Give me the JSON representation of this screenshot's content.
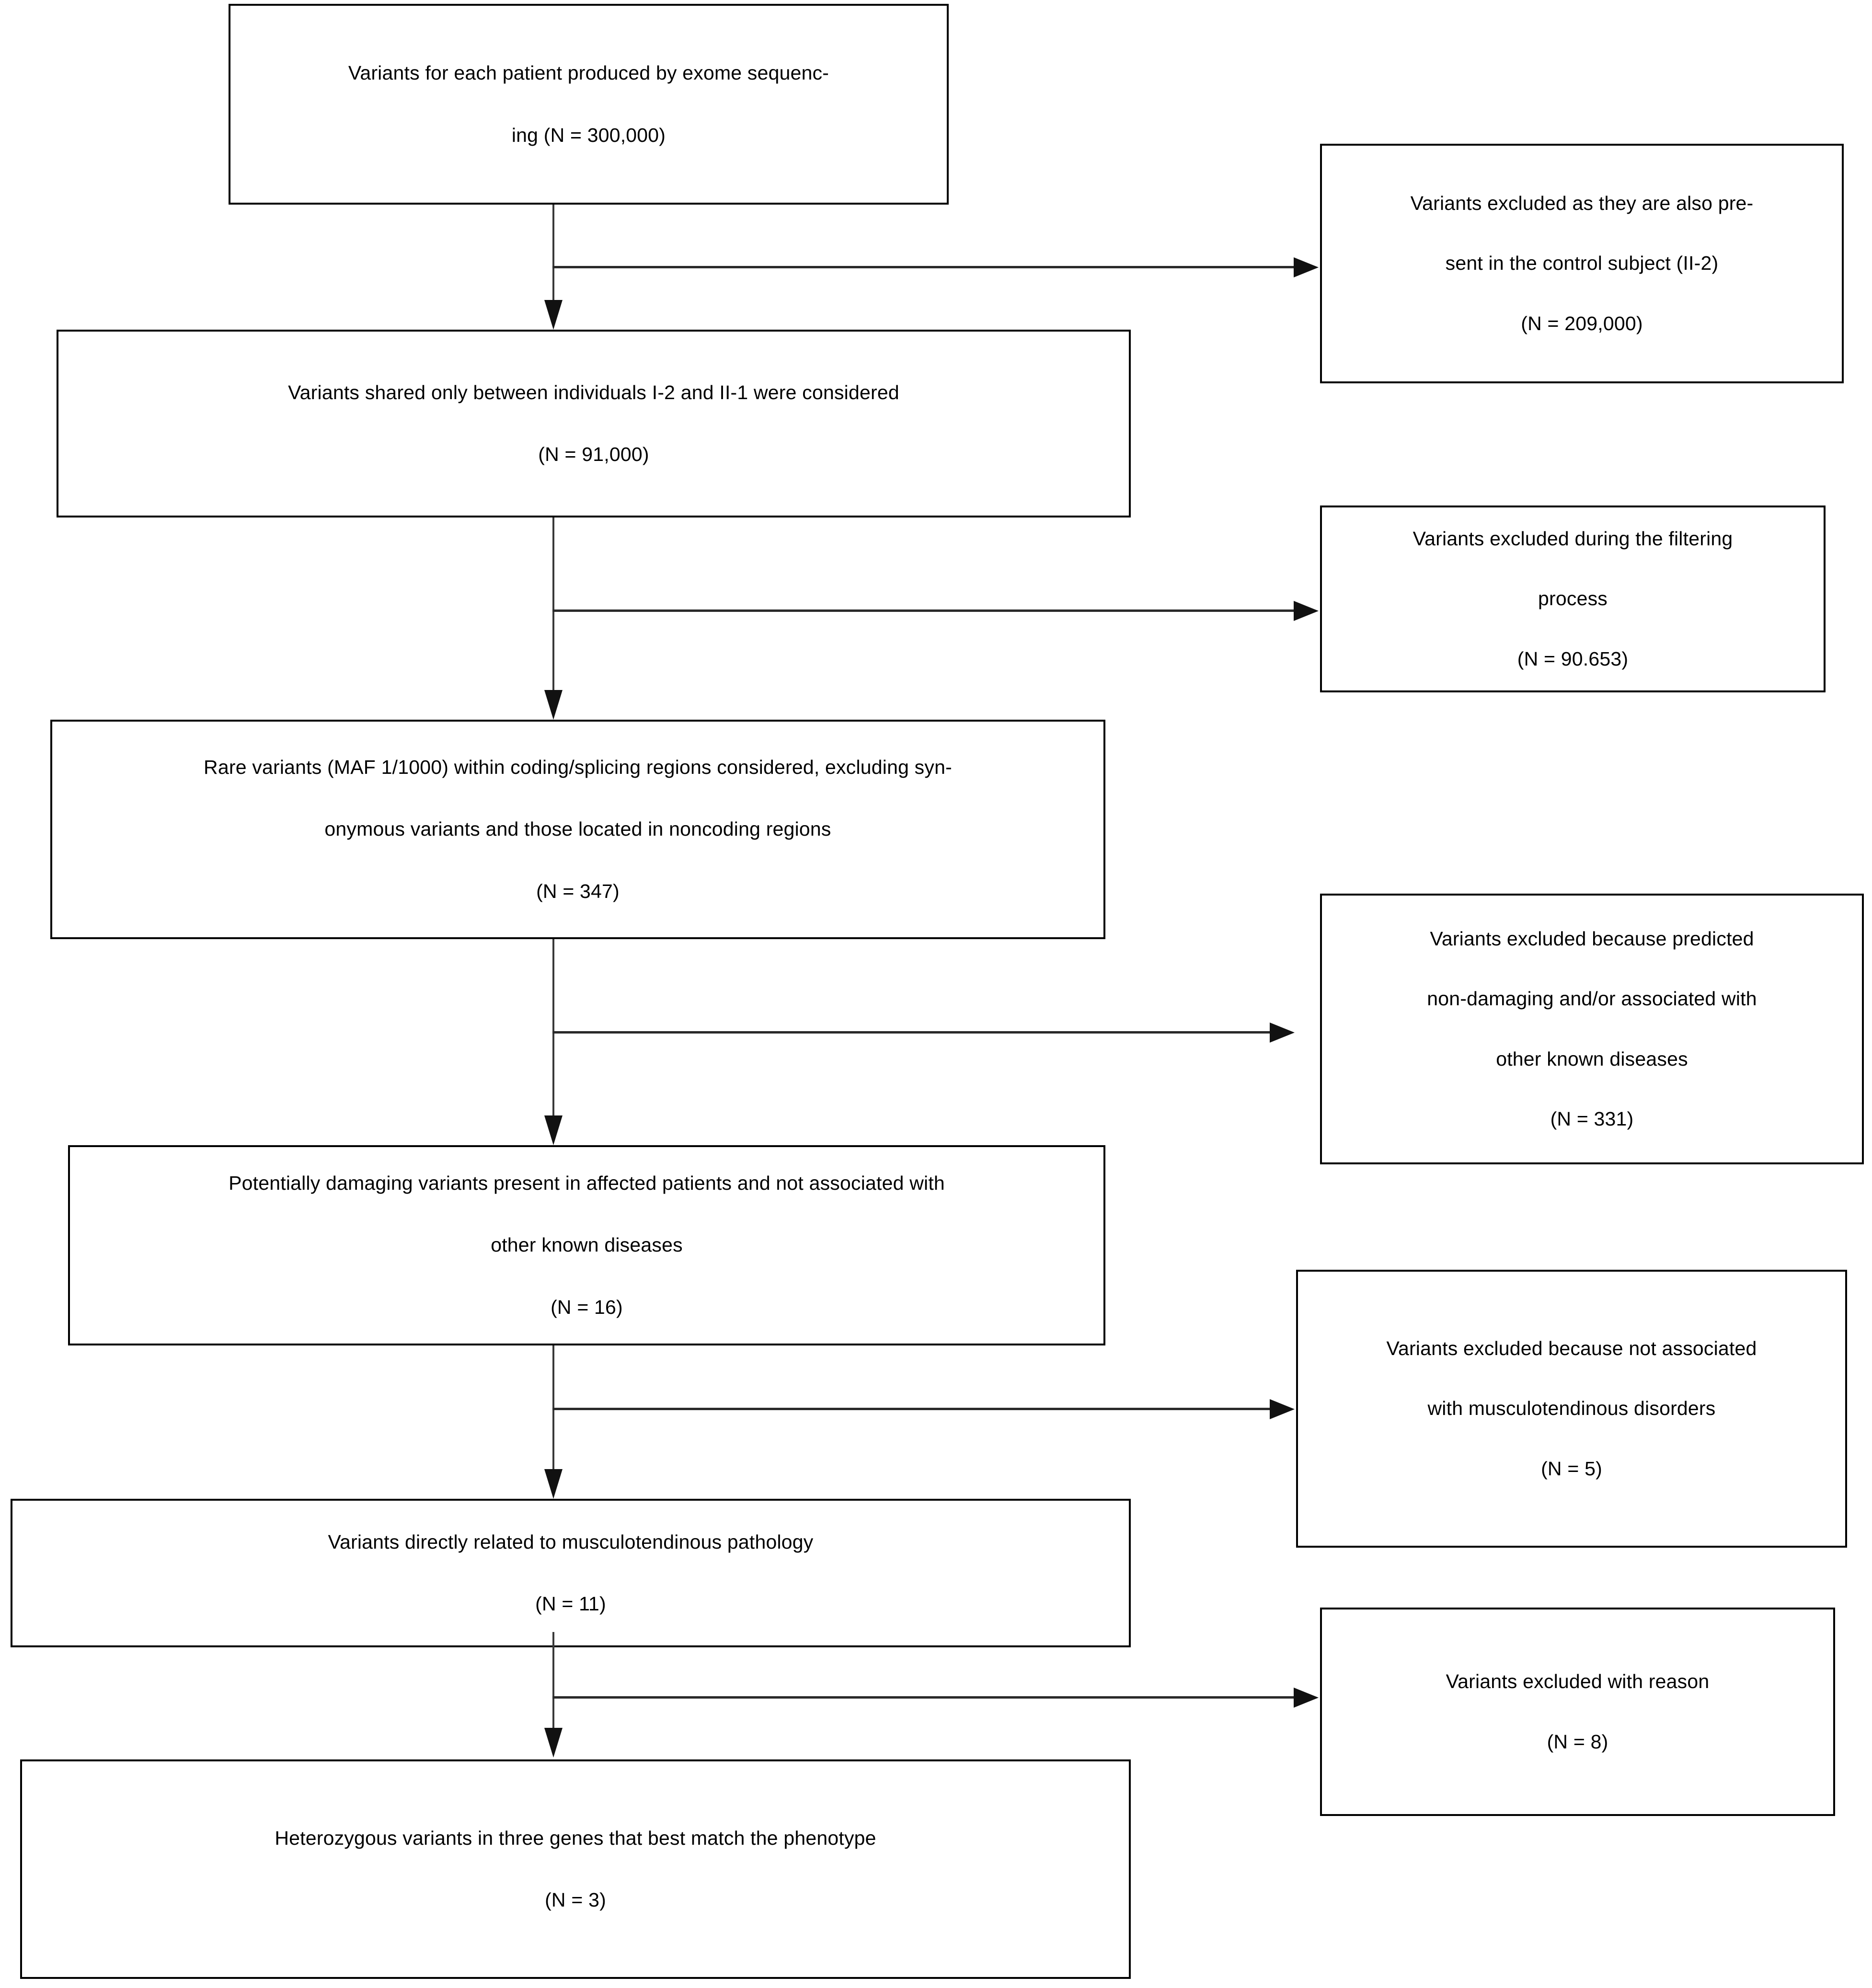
{
  "diagram": {
    "type": "flowchart",
    "title": "Exome sequencing variant filtering flowchart",
    "orientation": "vertical-with-side-exclusions",
    "colors": {
      "background": "#ffffff",
      "box_border": "#000000",
      "connector": "#2a2a2a",
      "text": "#000000"
    },
    "main_nodes": [
      {
        "id": "node-1",
        "lines": [
          "Variants for each patient produced by exome sequenc-",
          "ing (N = 300,000)"
        ],
        "count_label": "N = 300,000",
        "count_value": 300000
      },
      {
        "id": "node-2",
        "lines": [
          "Variants shared only between individuals I-2 and II-1 were considered",
          "(N = 91,000)"
        ],
        "count_label": "N = 91,000",
        "count_value": 91000
      },
      {
        "id": "node-3",
        "lines": [
          "Rare variants (MAF 1/1000) within coding/splicing regions considered, excluding syn-",
          "onymous variants and those located in noncoding regions",
          "(N = 347)"
        ],
        "count_label": "N = 347",
        "count_value": 347
      },
      {
        "id": "node-4",
        "lines": [
          "Potentially damaging variants present in affected patients and not associated with",
          "other known diseases",
          "(N = 16)"
        ],
        "count_label": "N = 16",
        "count_value": 16
      },
      {
        "id": "node-5",
        "lines": [
          "Variants directly related to musculotendinous pathology",
          "(N = 11)"
        ],
        "count_label": "N = 11",
        "count_value": 11
      },
      {
        "id": "node-6",
        "lines": [
          "Heterozygous variants in three genes that best match the phenotype",
          "(N = 3)"
        ],
        "count_label": "N = 3",
        "count_value": 3
      }
    ],
    "exclusion_nodes": [
      {
        "id": "excl-1",
        "lines": [
          "Variants excluded as they are also pre-",
          "sent in the control subject (II-2)",
          "(N = 209,000)"
        ],
        "count_label": "N = 209,000",
        "count_value": 209000
      },
      {
        "id": "excl-2",
        "lines": [
          "Variants excluded during the filtering",
          "process",
          "(N = 90.653)"
        ],
        "count_label": "N = 90.653",
        "count_value": 90653
      },
      {
        "id": "excl-3",
        "lines": [
          "Variants excluded because predicted",
          "non-damaging and/or associated with",
          "other known diseases",
          "(N = 331)"
        ],
        "count_label": "N = 331",
        "count_value": 331
      },
      {
        "id": "excl-4",
        "lines": [
          "Variants excluded because not associated",
          "with musculotendinous disorders",
          "(N = 5)"
        ],
        "count_label": "N = 5",
        "count_value": 5
      },
      {
        "id": "excl-5",
        "lines": [
          "Variants excluded with reason",
          "(N = 8)"
        ],
        "count_label": "N = 8",
        "count_value": 8
      }
    ]
  }
}
